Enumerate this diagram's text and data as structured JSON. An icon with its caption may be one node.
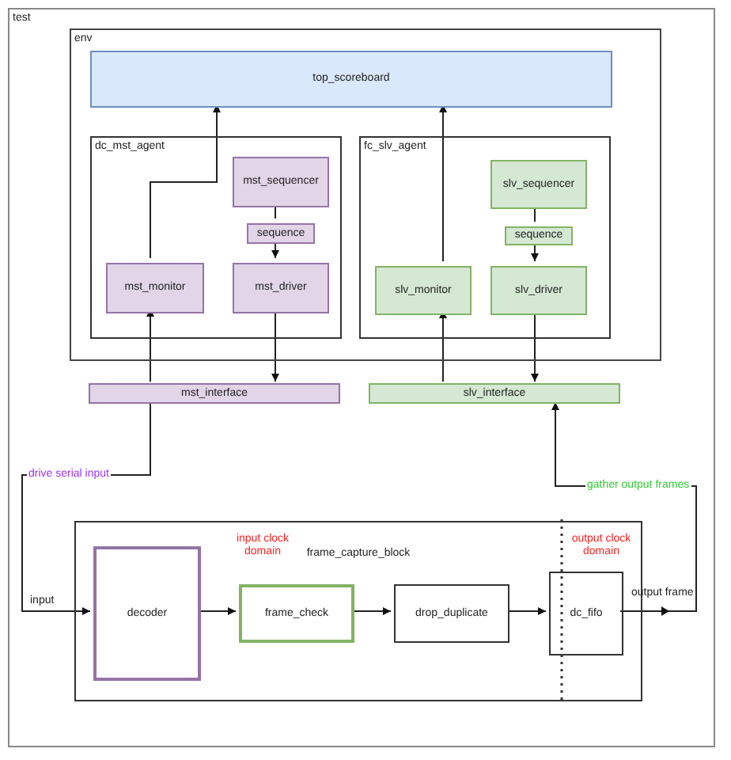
{
  "diagram": {
    "nodes": [
      {
        "text": [
          "test"
        ]
      },
      {
        "text": [
          "env"
        ],
        "in": 0
      },
      {
        "text": [
          "top_scoreboard"
        ],
        "in": 1
      },
      {
        "text": [
          "dc_mst_agent"
        ],
        "in": 1
      },
      {
        "text": [
          "mst_sequencer"
        ],
        "in": 3
      },
      {
        "text": [
          "sequence"
        ],
        "in": 3
      },
      {
        "text": [
          "mst_monitor"
        ],
        "in": 3
      },
      {
        "text": [
          "mst_driver"
        ],
        "in": 3
      },
      {
        "text": [
          "fc_slv_agent"
        ],
        "in": 1
      },
      {
        "text": [
          "slv_sequencer"
        ],
        "in": 8
      },
      {
        "text": [
          "sequence"
        ],
        "in": 8
      },
      {
        "text": [
          "slv_monitor"
        ],
        "in": 8
      },
      {
        "text": [
          "slv_driver"
        ],
        "in": 8
      },
      {
        "text": [
          "mst_interface"
        ],
        "in": 0
      },
      {
        "text": [
          "slv_interface"
        ],
        "in": 0
      },
      {
        "text": [
          "frame_capture_block"
        ],
        "in": 0
      },
      {
        "text": [
          "decoder"
        ],
        "in": 15
      },
      {
        "text": [
          "frame_check"
        ],
        "in": 15
      },
      {
        "text": [
          "drop_duplicate"
        ],
        "in": 15
      },
      {
        "text": [
          "dc_fifo"
        ],
        "in": 15
      }
    ],
    "edges": [
      {
        "from": 6,
        "to": 2,
        "arrow": "to"
      },
      {
        "from": 11,
        "to": 2,
        "arrow": "to"
      },
      {
        "from": 4,
        "to": 5,
        "arrow": "none"
      },
      {
        "from": 5,
        "to": 7,
        "arrow": "to"
      },
      {
        "from": 9,
        "to": 10,
        "arrow": "none"
      },
      {
        "from": 10,
        "to": 12,
        "arrow": "to"
      },
      {
        "from": 7,
        "to": 13,
        "arrow": "to"
      },
      {
        "from": 13,
        "to": 6,
        "arrow": "to"
      },
      {
        "from": 14,
        "to": 11,
        "arrow": "to"
      },
      {
        "from": 12,
        "to": 14,
        "arrow": "to"
      },
      {
        "from": 13,
        "to": 16,
        "arrow": "to",
        "label": "drive serial input"
      },
      {
        "from": 19,
        "to": 14,
        "arrow": "to",
        "label": "gather output frames"
      },
      {
        "from": 16,
        "to": 17,
        "arrow": "to"
      },
      {
        "from": 17,
        "to": 18,
        "arrow": "to"
      },
      {
        "from": 18,
        "to": 19,
        "arrow": "to"
      }
    ],
    "labels": [
      "input clock domain",
      "output clock domain",
      "input",
      "output frame"
    ]
  }
}
